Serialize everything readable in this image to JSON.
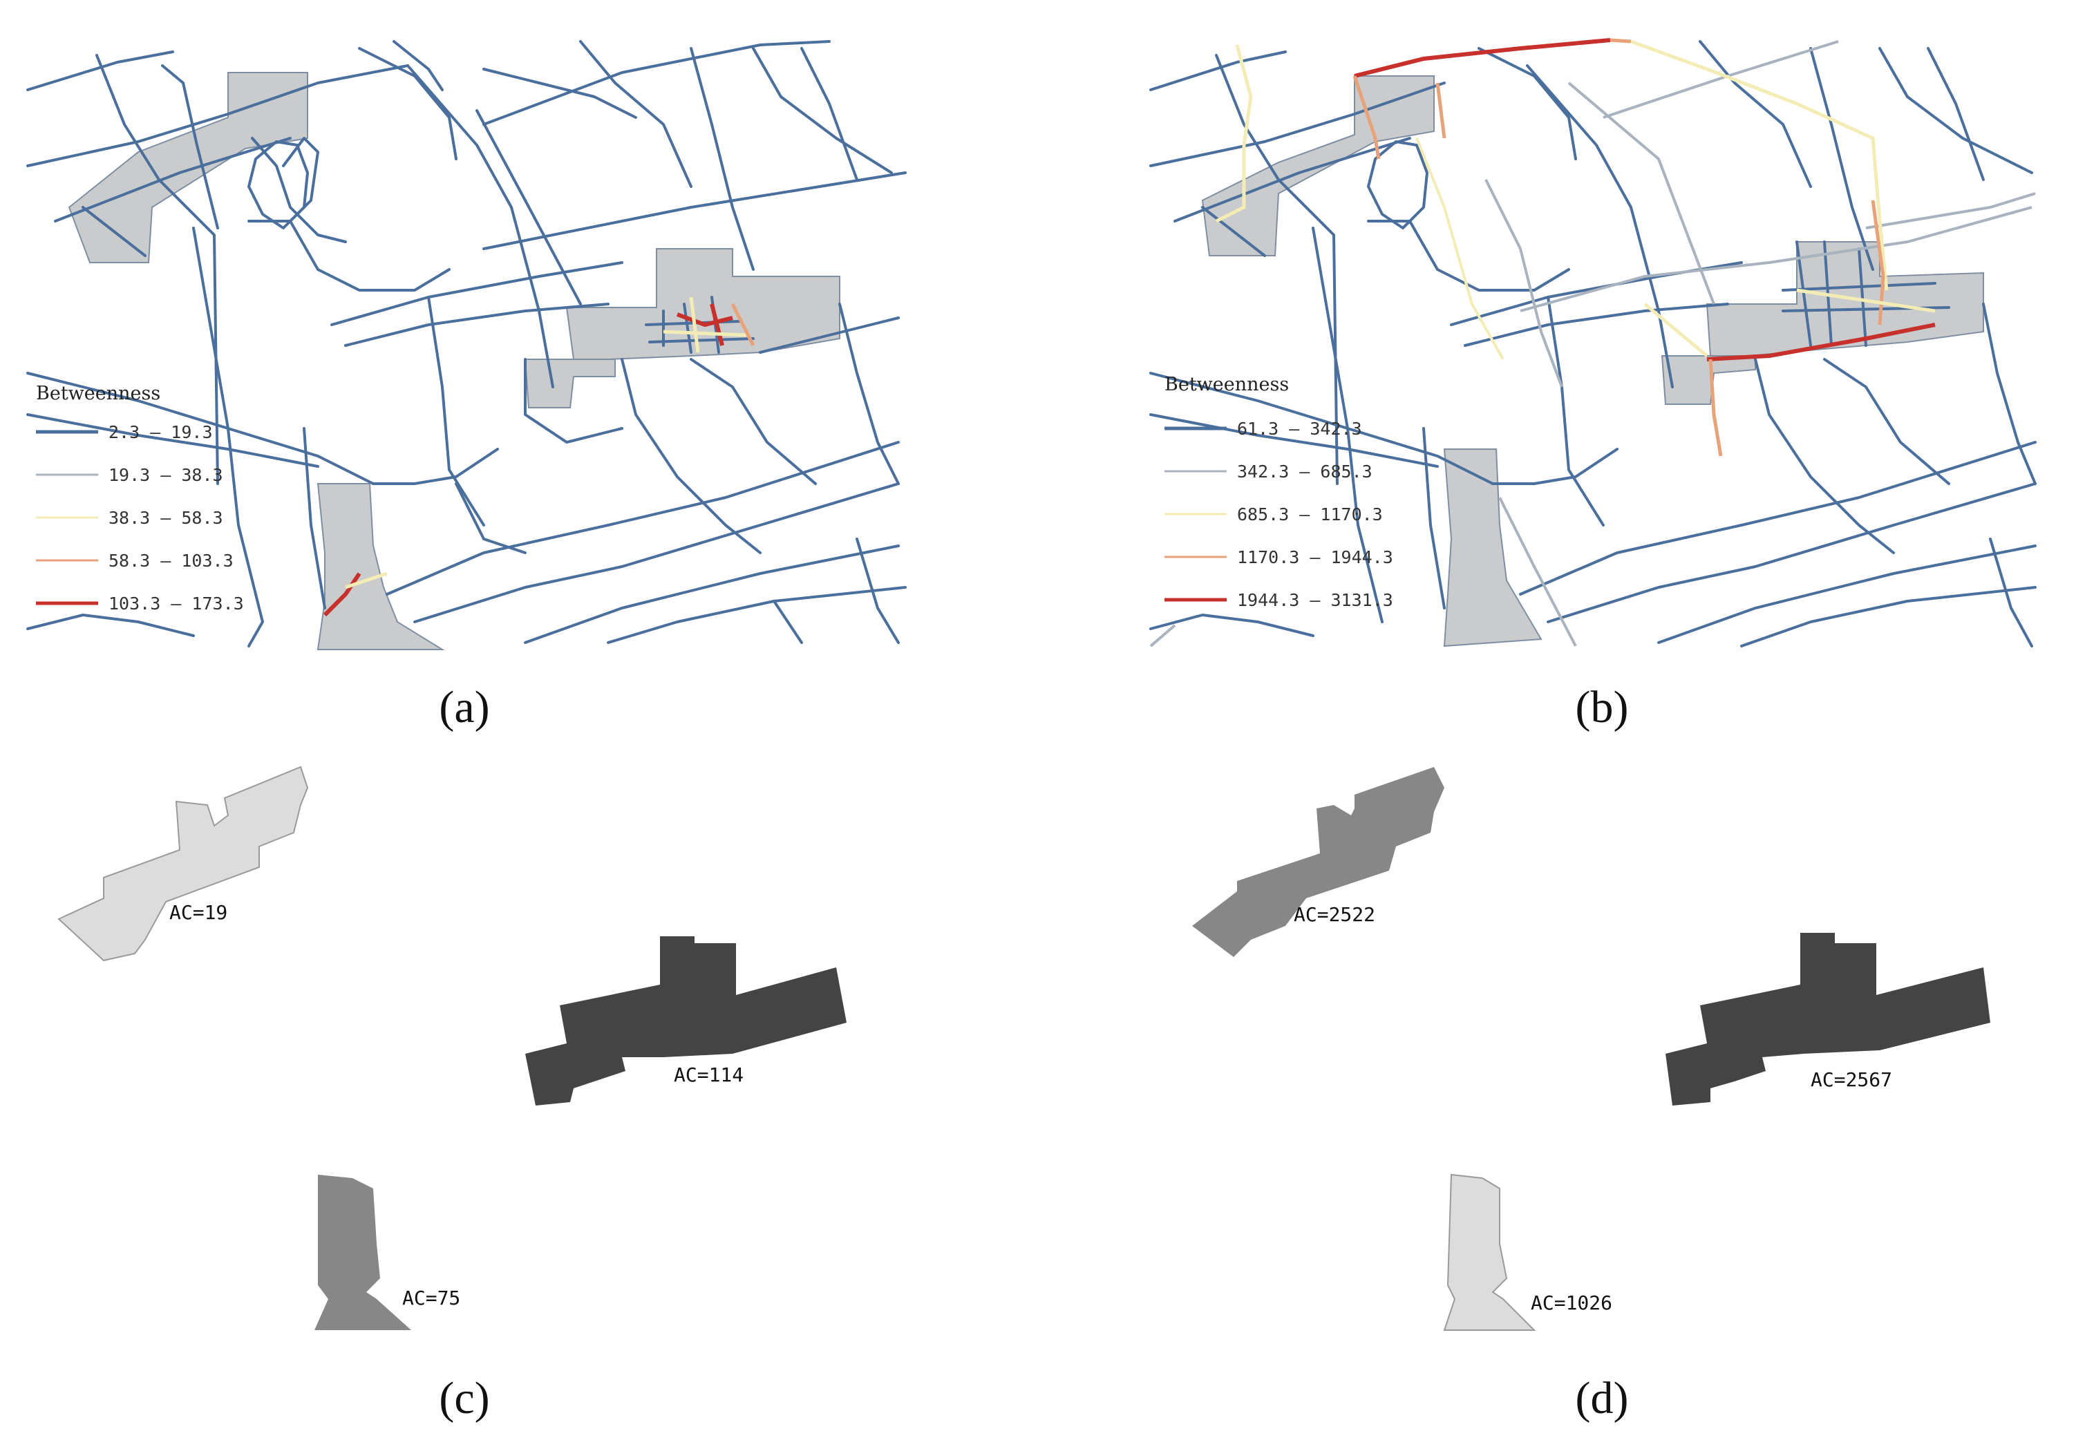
{
  "figure": {
    "panels": [
      {
        "id": "a",
        "caption": "(a)"
      },
      {
        "id": "b",
        "caption": "(b)"
      },
      {
        "id": "c",
        "caption": "(c)"
      },
      {
        "id": "d",
        "caption": "(d)"
      }
    ]
  },
  "legend_a": {
    "title": "Betweenness",
    "entries": [
      {
        "label": "2.3 – 19.3",
        "color": "#4a6f9c"
      },
      {
        "label": "19.3 – 38.3",
        "color": "#a9b3bf"
      },
      {
        "label": "38.3 – 58.3",
        "color": "#f3ecb4"
      },
      {
        "label": "58.3 – 103.3",
        "color": "#e8a27a"
      },
      {
        "label": "103.3 – 173.3",
        "color": "#c8302b"
      }
    ]
  },
  "legend_b": {
    "title": "Betweenness",
    "entries": [
      {
        "label": "61.3 – 342.3",
        "color": "#4a6f9c"
      },
      {
        "label": "342.3 – 685.3",
        "color": "#a9b3bf"
      },
      {
        "label": "685.3 – 1170.3",
        "color": "#f3ecb4"
      },
      {
        "label": "1170.3 – 1944.3",
        "color": "#e8a27a"
      },
      {
        "label": "1944.3 – 3131.3",
        "color": "#c8302b"
      }
    ]
  },
  "area_c": {
    "labels": [
      {
        "text": "AC=19",
        "shade": "#dcdcdc"
      },
      {
        "text": "AC=114",
        "shade": "#444444"
      },
      {
        "text": "AC=75",
        "shade": "#878787"
      }
    ]
  },
  "area_d": {
    "labels": [
      {
        "text": "AC=2522",
        "shade": "#878787"
      },
      {
        "text": "AC=2567",
        "shade": "#444444"
      },
      {
        "text": "AC=1026",
        "shade": "#dcdcdc"
      }
    ]
  },
  "colors": {
    "road": "#4a6f9c",
    "zone": "#c9cbcd"
  }
}
